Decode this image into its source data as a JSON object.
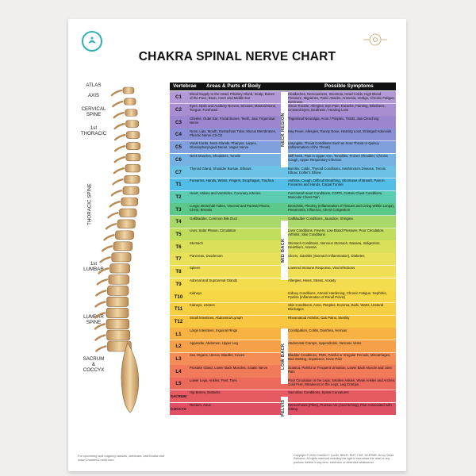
{
  "title": "CHAKRA SPINAL NERVE CHART",
  "headers": {
    "vertebrae": "Vertebrae",
    "areas": "Areas & Parts of Body",
    "symptoms": "Possible Symptoms"
  },
  "spine_labels": {
    "atlas": "ATLAS",
    "axis": "AXIS",
    "cervical": "CERVICAL\nSPINE",
    "first_thoracic": "1st\nTHORACIC",
    "thoracic": "THORACIC SPINE",
    "first_lumbar": "1st\nLUMBAR",
    "lumbar": "LUMBAR\nSPINE",
    "sacrum": "SACRUM\n&\nCOCCYX"
  },
  "regions": {
    "neck": "NECK REGION",
    "mid_back": "MID BACK",
    "low_back": "LOW BACK",
    "pelvis": "PELVIS"
  },
  "rows": [
    {
      "v": "C1",
      "color": "#b39ad6",
      "area": "Blood Supply to the Head, Pituitary Gland, Scalp, Bones of the Face, Brain, Inner and Middle Ear",
      "sym": "Headaches, Nervousness, Insomnia, Head Colds, High Blood Pressure, Migraines, Panic Attacks, Amnesia, Vertigo, Chronic Fatigue, Dizziness"
    },
    {
      "v": "C2",
      "color": "#a98fd1",
      "area": "Eyes, Optic and Auditory Nerves, Sinuses, Mastoid Bone, Tongue, Forehead",
      "sym": "Sinus Trouble, Allergies, Eye Pain, Earache, Fainting, Blindness, Crossed Eyes, Deafness / Hearing Loss"
    },
    {
      "v": "C3",
      "color": "#9c86cf",
      "area": "Cheeks, Outer Ear, Facial Bones, Teeth, Jaw, Trigeminal Nerve",
      "sym": "Trigeminal Neuralgia, Acne / Pimples, TMJD, Jaw Clenching"
    },
    {
      "v": "C4",
      "color": "#8a90d6",
      "area": "Nose, Lips, Mouth, Eustachian Tube, Mucus Membranes, Phrenic Nerve C3-C5",
      "sym": "Hay Fever, Allergies, Runny Nose, Hearing Loss, Enlarged Adenoids"
    },
    {
      "v": "C5",
      "color": "#7fa0dc",
      "area": "Vocal Cords, Neck Glands, Pharynx, Larynx, Glossopharyngeal Nerve, Vagus Nerve",
      "sym": "Laryngitis, Throat Conditions Such as Sore Throat or Quincy (Inflammation of the Throat)"
    },
    {
      "v": "C6",
      "color": "#75b1e2",
      "area": "Neck Muscles, Shoulders, Tonsils",
      "sym": "Stiff Neck, Pain in Upper Arm, Tonsillitis, Frozen Shoulder, Chronic Cough, Upper Respiratory Infection"
    },
    {
      "v": "C7",
      "color": "#6cc1e6",
      "area": "Thyroid Gland, Shoulder Bursae, Elbows",
      "sym": "Bursitis, Colds, Thyroid Conditions, Hashimoto's Disease, Tennis Elbow, Golfer's Elbow"
    },
    {
      "v": "T1",
      "color": "#52bde6",
      "area": "Forearms, Hands, Wrists, Fingers, Esophagus, Trachea",
      "sym": "Asthma, Cough, Difficult Breathing, Shortness of Breath, Pain in Forearms and Hands, Carpal Tunnel"
    },
    {
      "v": "T2",
      "color": "#5ccdb3",
      "area": "Heart, Valves and Ventricles, Coronary Arteries",
      "sym": "Functional Heart Conditions, COPD, Certain Chest Conditions, Muscular Chest Pain"
    },
    {
      "v": "T3",
      "color": "#5cc98a",
      "area": "Lungs, Bronchial Tubes, Visceral and Parietal Pleura, Chest, Breasts",
      "sym": "Bronchitis, Pleurisy (Inflammation of Tissues and Lining Within Lungs), Pneumonia, Influenza, Chest Congestion"
    },
    {
      "v": "T4",
      "color": "#a8d86a",
      "area": "Gallbladder, Common Bile Duct",
      "sym": "Gallbladder Conditions, Jaundice, Shingles"
    },
    {
      "v": "T5",
      "color": "#c2dc5c",
      "area": "Liver, Solar Plexus, Circulation",
      "sym": "Liver Conditions, Fevers, Low Blood Pressure, Poor Circulation, Arthritis, Skin Conditions"
    },
    {
      "v": "T6",
      "color": "#dbe05a",
      "area": "Stomach",
      "sym": "Stomach Conditions, Nervous Stomach, Nausea, Indigestion, Heartburn, Anemia"
    },
    {
      "v": "T7",
      "color": "#e9e15a",
      "area": "Pancreas, Duodenum",
      "sym": "Ulcers, Gastritis (Stomach Inflammation), Diabetes"
    },
    {
      "v": "T8",
      "color": "#f0df55",
      "area": "Spleen",
      "sym": "Lowered Immune Response, Viral Infections"
    },
    {
      "v": "T9",
      "color": "#f4dc4e",
      "area": "Adrenal and Suprarenal Glands",
      "sym": "Allergies, Hives, Stress, Anxiety"
    },
    {
      "v": "T10",
      "color": "#f6d847",
      "area": "Kidneys",
      "sym": "Kidney Conditions, Arterial Hardening, Chronic Fatigue, Nephritis, Pyelitis (Inflammation of Renal Pelvis)"
    },
    {
      "v": "T11",
      "color": "#f7cf43",
      "area": "Kidneys, Ureters",
      "sym": "Skin Conditions, Acne, Pimples, Eczema, Boils, Warts, Ureteral Blockages"
    },
    {
      "v": "T12",
      "color": "#f8c63f",
      "area": "Small Intestines, Abdominal Lymph",
      "sym": "Rheumatoid Arthritis, Gas Pains, Sterility"
    },
    {
      "v": "L1",
      "color": "#f8b244",
      "area": "Large Intestines, Inguinal Rings",
      "sym": "Constipation, Colitis, Diarrhea, Hernias"
    },
    {
      "v": "L2",
      "color": "#f6a04a",
      "area": "Appendix, Abdomen, Upper Leg",
      "sym": "Abdominal Cramps, Appendicitis, Varicose Veins"
    },
    {
      "v": "L3",
      "color": "#f48d56",
      "area": "Sex Organs, Uterus, Bladder, Knees",
      "sym": "Bladder Conditions, PMS, Painful or Irregular Periods, Miscarriages, Bed Wetting, Impotence, Knee Pain"
    },
    {
      "v": "L4",
      "color": "#f07a5a",
      "area": "Prostate Gland, Lower Back Muscles, Sciatic Nerve",
      "sym": "Sciatica, Painful or Frequent Urination, Lower Back Muscle and Joint Pain"
    },
    {
      "v": "L5",
      "color": "#ec6a5c",
      "area": "Lower Legs, Ankles, Feet, Toes",
      "sym": "Poor Circulation in the Legs, Swollen Ankles, Weak Ankles and Arches, Cold Feet, Weakness in the Legs, Leg Cramps"
    },
    {
      "v": "SACRUM",
      "color": "#e65a62",
      "area": "Hip Bones, Buttocks",
      "sym": "Sacroiliac Conditions, Spinal Curvatures"
    },
    {
      "v": "COCCYX",
      "color": "#df4f63",
      "area": "Rectum, Anus",
      "sym": "Hemorrhoids (Piles), Pruritus Ani (Anal Itching), Pain Associated with Sitting"
    }
  ],
  "footer_left": "For upcoming and ongoing classes, webinars, and books visit www.ChantelCLucier.com",
  "footer_right": "Copyright © 2020 Chantel C. Lucier, NBCR, RMT, CMT, NCBTMB. Art by Tessa Rebueno. All rights reserved including the right to reproduce the chart or any portions thereof in any form, electronic or otherwise whatsoever."
}
